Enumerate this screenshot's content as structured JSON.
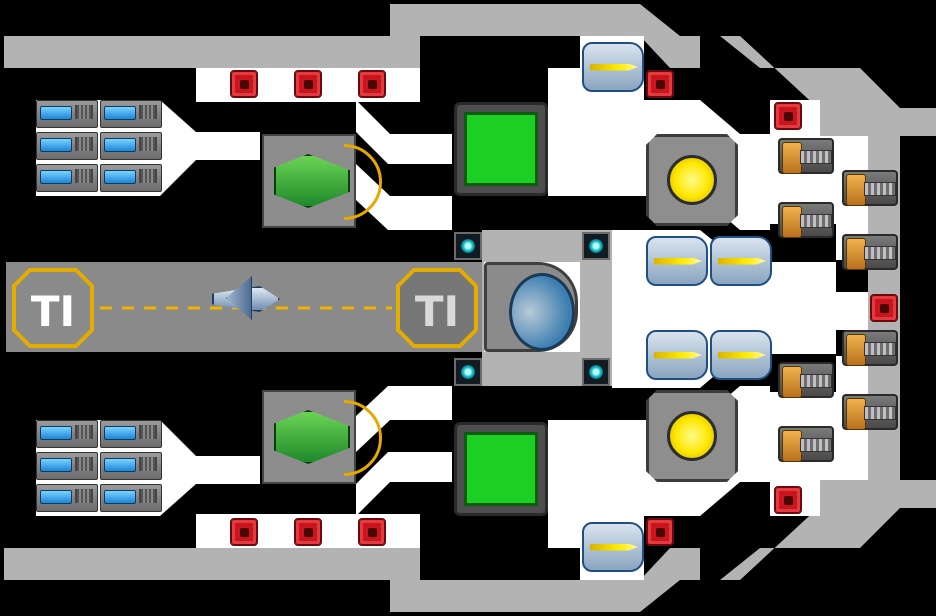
{
  "palette": {
    "background": "#000000",
    "corridor": "#b3b3b3",
    "room_floor": "#ffffff",
    "pad_outline": "#e2ac00",
    "runway_dash": "#f0b400",
    "runway": "#8a8a8a"
  },
  "map": {
    "landing_pad_glyph_left": "TI",
    "landing_pad_glyph_right": "TI",
    "battery_cells_per_bank": 6,
    "battery_banks": 2
  },
  "tiles": {
    "battery_cell": "battery-cell-icon",
    "hazard_node": "red-node-icon",
    "sensor_node": "cyan-sensor-icon",
    "green_module": "green-module-icon",
    "reactor": "yellow-reactor-icon",
    "missile_pod": "missile-pod-icon",
    "gun_turret": "orange-turret-icon",
    "ship_bay": "green-ship-icon",
    "docking_hub": "docking-hub-icon",
    "player_ship": "player-ship-icon"
  }
}
